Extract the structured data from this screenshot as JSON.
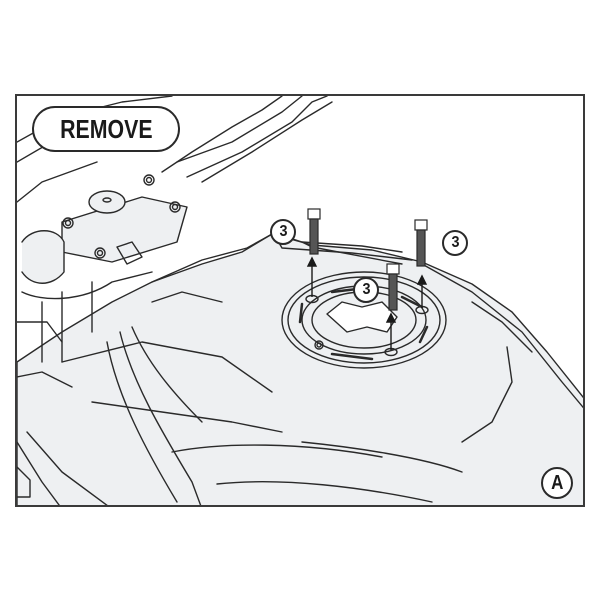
{
  "diagram": {
    "type": "assembly-instruction",
    "subject": "motorcycle fuel tank with tank-lock ring",
    "action_label": "REMOVE",
    "view_label": "A",
    "callouts": [
      {
        "id": "screw-left",
        "number": "3"
      },
      {
        "id": "screw-right",
        "number": "3"
      },
      {
        "id": "screw-center",
        "number": "3"
      }
    ],
    "colors": {
      "line": "#2a2a2a",
      "fill": "#eef0f2",
      "background": "#ffffff",
      "frame": "#3a3a3a"
    }
  }
}
